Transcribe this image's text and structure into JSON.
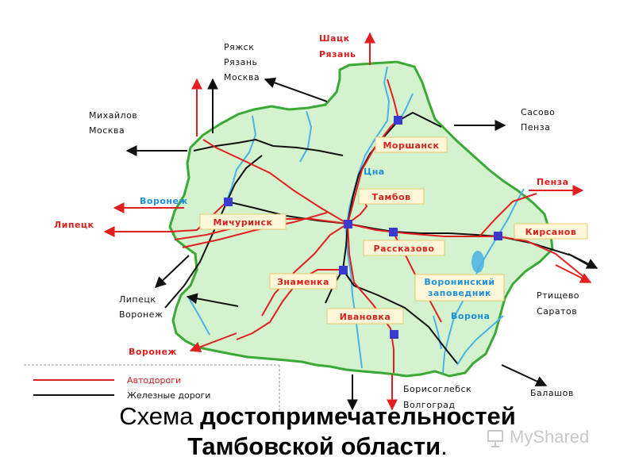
{
  "destinations": {
    "ryazhsk": [
      "Ряжск",
      "Рязань",
      "Москва"
    ],
    "shatsk": [
      "Шацк",
      "Рязань"
    ],
    "mikhaylov": [
      "Михайлов",
      "Москва"
    ],
    "sasovo": [
      "Сасово",
      "Пенза"
    ],
    "voronezh_w": "Воронеж",
    "lipetsk_w": "Липецк",
    "penza_e": "Пенза",
    "lipetsk_sw": [
      "Липецк",
      "Воронеж"
    ],
    "rtishchevo": [
      "Ртищево",
      "Саратов"
    ],
    "voronezh_sw": "Воронеж",
    "borisoglebsk": [
      "Борисоглебск",
      "Волгоград"
    ],
    "balashov": "Балашов"
  },
  "cities": {
    "morshansk": "Моршанск",
    "tambov": "Тамбов",
    "michurinsk": "Мичуринск",
    "rasskazovo": "Рассказово",
    "kirsanov": "Кирсанов",
    "znamenka": "Знаменка",
    "ivanovka": "Ивановка"
  },
  "reserve": [
    "Воронинский",
    "заповедник"
  ],
  "rivers": {
    "tsna": "Цна",
    "vorona": "Ворона"
  },
  "legend": {
    "roads": "Автодороги",
    "railways": "Железные дороги"
  },
  "caption": {
    "part1": "Схема ",
    "part2": "достопримечательностей",
    "line2": "Тамбовской области",
    "period": "."
  },
  "watermark": "MyShared",
  "colors": {
    "region_fill": "#d5f2cf",
    "region_border": "#3aa935",
    "road": "#e02020",
    "railway": "#111111",
    "river": "#49b3e6",
    "city_marker": "#3a3acf",
    "label_box_fill": "#fff8d8",
    "label_box_stroke": "#e8c870"
  }
}
